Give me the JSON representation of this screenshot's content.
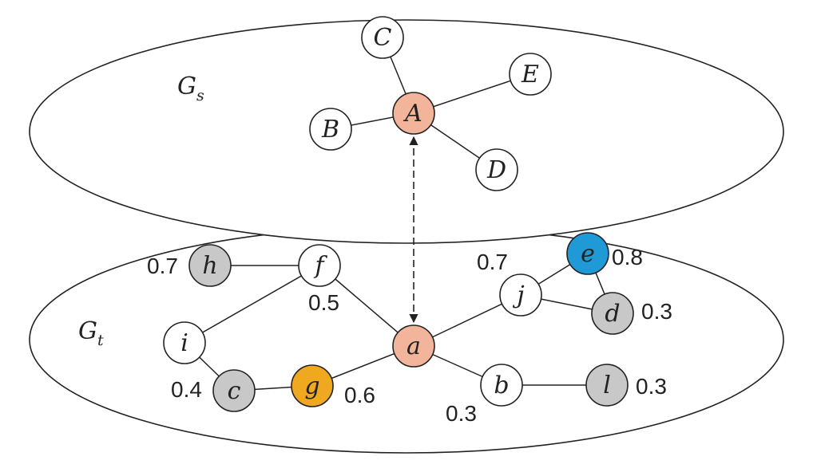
{
  "planes": {
    "source": {
      "label": "G",
      "subscript": "s"
    },
    "target": {
      "label": "G",
      "subscript": "t"
    }
  },
  "colors": {
    "matched": "#f2b49a",
    "neighbor": "#c8c8c8",
    "blue": "#1f9ad6",
    "orange": "#f0a820",
    "plain": "#ffffff",
    "text_on_blue": "#ffffff"
  },
  "nodes": [
    {
      "id": "A",
      "label": "A",
      "color": "matched"
    },
    {
      "id": "B",
      "label": "B",
      "color": "plain"
    },
    {
      "id": "C",
      "label": "C",
      "color": "plain"
    },
    {
      "id": "D",
      "label": "D",
      "color": "plain"
    },
    {
      "id": "E",
      "label": "E",
      "color": "plain"
    },
    {
      "id": "h",
      "label": "h",
      "color": "neighbor",
      "weight": "0.7"
    },
    {
      "id": "f",
      "label": "f",
      "color": "plain",
      "weight": "0.5"
    },
    {
      "id": "i",
      "label": "i",
      "color": "plain"
    },
    {
      "id": "c",
      "label": "c",
      "color": "neighbor",
      "weight": "0.4"
    },
    {
      "id": "g",
      "label": "g",
      "color": "orange",
      "weight": "0.6"
    },
    {
      "id": "a",
      "label": "a",
      "color": "matched"
    },
    {
      "id": "j",
      "label": "j",
      "color": "plain",
      "weight": "0.7"
    },
    {
      "id": "e",
      "label": "e",
      "color": "blue",
      "weight": "0.8"
    },
    {
      "id": "d",
      "label": "d",
      "color": "neighbor",
      "weight": "0.3"
    },
    {
      "id": "b",
      "label": "b",
      "color": "plain",
      "weight": "0.3"
    },
    {
      "id": "l",
      "label": "l",
      "color": "neighbor",
      "weight": "0.3"
    }
  ],
  "edges": [
    [
      "A",
      "C"
    ],
    [
      "A",
      "E"
    ],
    [
      "A",
      "B"
    ],
    [
      "A",
      "D"
    ],
    [
      "h",
      "f"
    ],
    [
      "f",
      "i"
    ],
    [
      "f",
      "a"
    ],
    [
      "i",
      "c"
    ],
    [
      "c",
      "g"
    ],
    [
      "g",
      "a"
    ],
    [
      "a",
      "j"
    ],
    [
      "j",
      "e"
    ],
    [
      "j",
      "d"
    ],
    [
      "e",
      "d"
    ],
    [
      "a",
      "b"
    ],
    [
      "b",
      "l"
    ]
  ],
  "match": [
    "A",
    "a"
  ]
}
